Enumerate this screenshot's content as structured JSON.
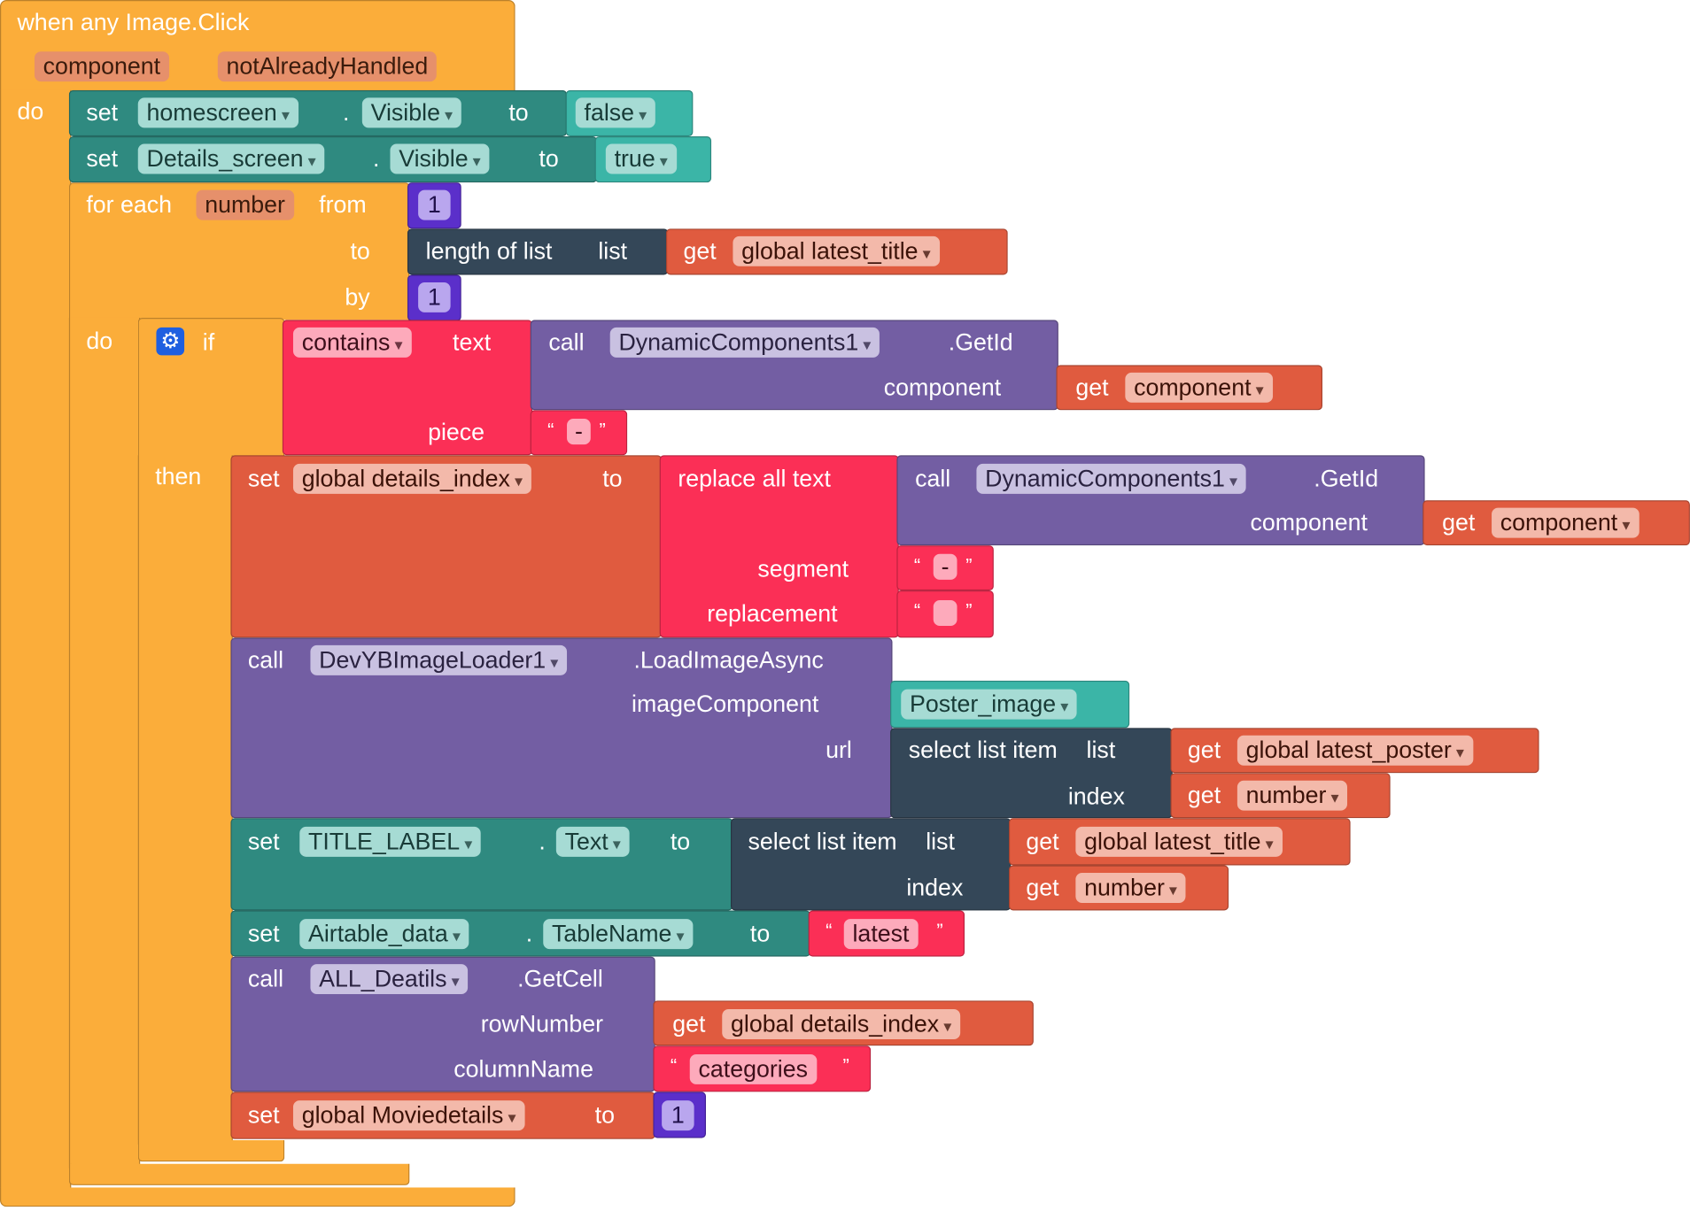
{
  "event": {
    "title": "when any Image.Click",
    "param1": "component",
    "param2": "notAlreadyHandled",
    "do_label": "do"
  },
  "kw": {
    "set": "set",
    "to": "to",
    "call": "call",
    "get": "get",
    "dot": ".",
    "do": "do",
    "if": "if",
    "then": "then",
    "from": "from",
    "by": "by",
    "open_quote": "“",
    "close_quote": "”"
  },
  "set_homescreen": {
    "component": "homescreen",
    "property": "Visible",
    "value": "false"
  },
  "set_details": {
    "component": "Details_screen",
    "property": "Visible",
    "value": "true"
  },
  "for_each": {
    "label": "for each",
    "var": "number",
    "from": "1",
    "by": "1",
    "length_label": "length of list",
    "list_label": "list",
    "list_var": "global latest_title"
  },
  "if_block": {
    "contains": "contains",
    "text_label": "text",
    "piece_label": "piece",
    "piece_value": "-",
    "getid_component": "DynamicComponents1",
    "getid_method": ".GetId",
    "component_label": "component",
    "component_var": "component"
  },
  "set_details_index": {
    "var": "global details_index",
    "replace_label": "replace all text",
    "segment_label": "segment",
    "segment_value": "-",
    "replacement_label": "replacement",
    "replacement_value": "",
    "getid_component": "DynamicComponents1",
    "getid_method": ".GetId",
    "component_label": "component",
    "component_var": "component"
  },
  "load_image": {
    "component": "DevYBImageLoader1",
    "method": ".LoadImageAsync",
    "image_label": "imageComponent",
    "image_value": "Poster_image",
    "url_label": "url",
    "select_label": "select list item",
    "list_label": "list",
    "list_var": "global latest_poster",
    "index_label": "index",
    "index_var": "number"
  },
  "set_title": {
    "component": "TITLE_LABEL",
    "property": "Text",
    "select_label": "select list item",
    "list_label": "list",
    "list_var": "global latest_title",
    "index_label": "index",
    "index_var": "number"
  },
  "set_airtable": {
    "component": "Airtable_data",
    "property": "TableName",
    "value": "latest"
  },
  "get_cell": {
    "component": "ALL_Deatils",
    "method": ".GetCell",
    "row_label": "rowNumber",
    "row_var": "global details_index",
    "col_label": "columnName",
    "col_value": "categories"
  },
  "set_moviedetails": {
    "var": "global Moviedetails",
    "value": "1"
  }
}
